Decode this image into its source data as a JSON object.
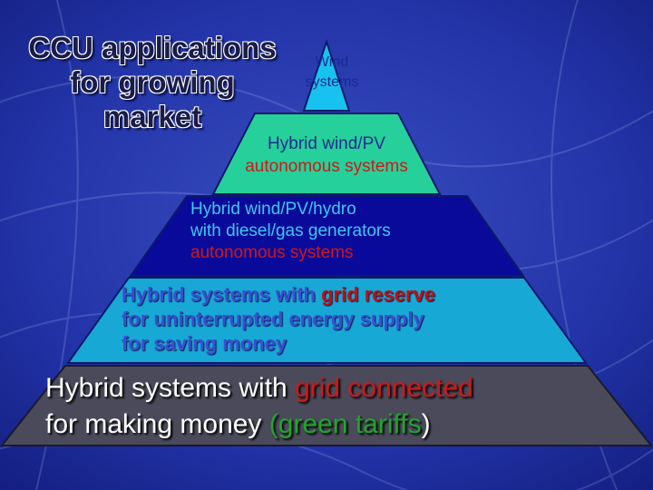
{
  "title": {
    "line1": "CCU applications",
    "line2": "for growing",
    "line3": "market"
  },
  "colors": {
    "background": "#1d2a9a",
    "tier1": "#18c2ee",
    "tier2": "#26d09a",
    "tier3": "#0a0a9a",
    "tier4": "#18a8d6",
    "tier5": "#4a4a5a",
    "highlight_red": "#d01818",
    "highlight_green": "#1fa62e"
  },
  "pyramid": {
    "tier1": {
      "line1": "Wind",
      "line2": "systems"
    },
    "tier2": {
      "line1": "Hybrid wind/PV",
      "line2": "autonomous systems"
    },
    "tier3": {
      "line1": "Hybrid wind/PV/hydro",
      "line2": "with diesel/gas generators",
      "line3": "autonomous systems"
    },
    "tier4": {
      "line1_pre": "Hybrid systems with ",
      "line1_red": "grid reserve",
      "line2": "for uninterrupted energy supply",
      "line3": "for saving money"
    },
    "tier5": {
      "line1_pre": "Hybrid systems with ",
      "line1_red": "grid connected",
      "line2_pre": "for making money ",
      "line2_green": "(green tariffs",
      "line2_paren": ")"
    }
  }
}
